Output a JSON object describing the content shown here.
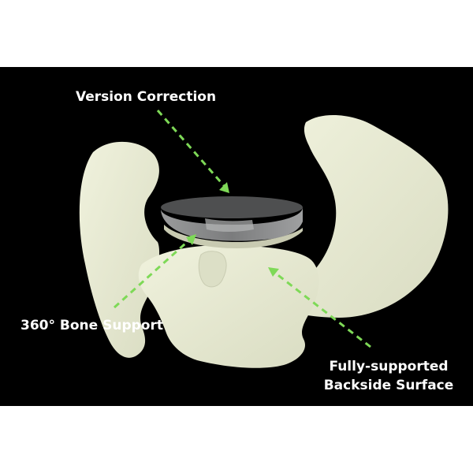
{
  "figure": {
    "background": "#000000",
    "labels": {
      "version_correction": "Version Correction",
      "bone_support": "360° Bone Support",
      "backside_line1": "Fully-supported",
      "backside_line2": "Backside Surface"
    },
    "arrow_color": "#7ed957",
    "bone_color": "#e8ebd3",
    "implant_color": "#8a8b8c",
    "implant_top_color": "#4e4f50"
  }
}
